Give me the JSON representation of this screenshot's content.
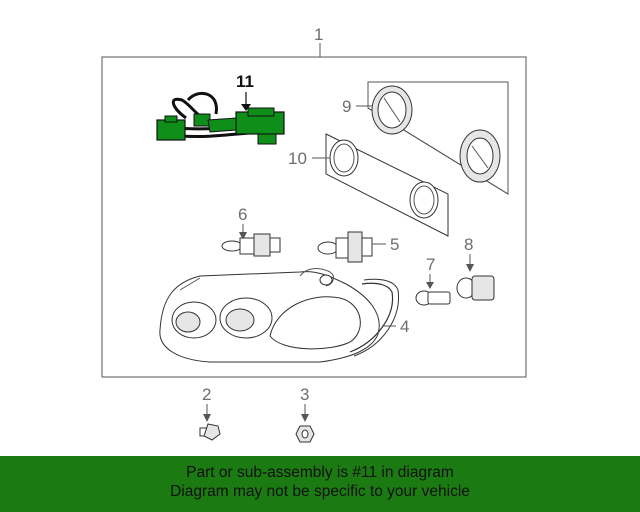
{
  "callouts": {
    "c1": "1",
    "c2": "2",
    "c3": "3",
    "c4": "4",
    "c5": "5",
    "c6": "6",
    "c7": "7",
    "c8": "8",
    "c9": "9",
    "c10": "10",
    "c11": "11"
  },
  "highlight_part": "11",
  "colors": {
    "highlight": "#0f8f1a",
    "footer_bg": "#1b7b12"
  },
  "footer": {
    "line1": "Part or sub-assembly is #11 in diagram",
    "line2": "Diagram may not be specific to your vehicle"
  }
}
